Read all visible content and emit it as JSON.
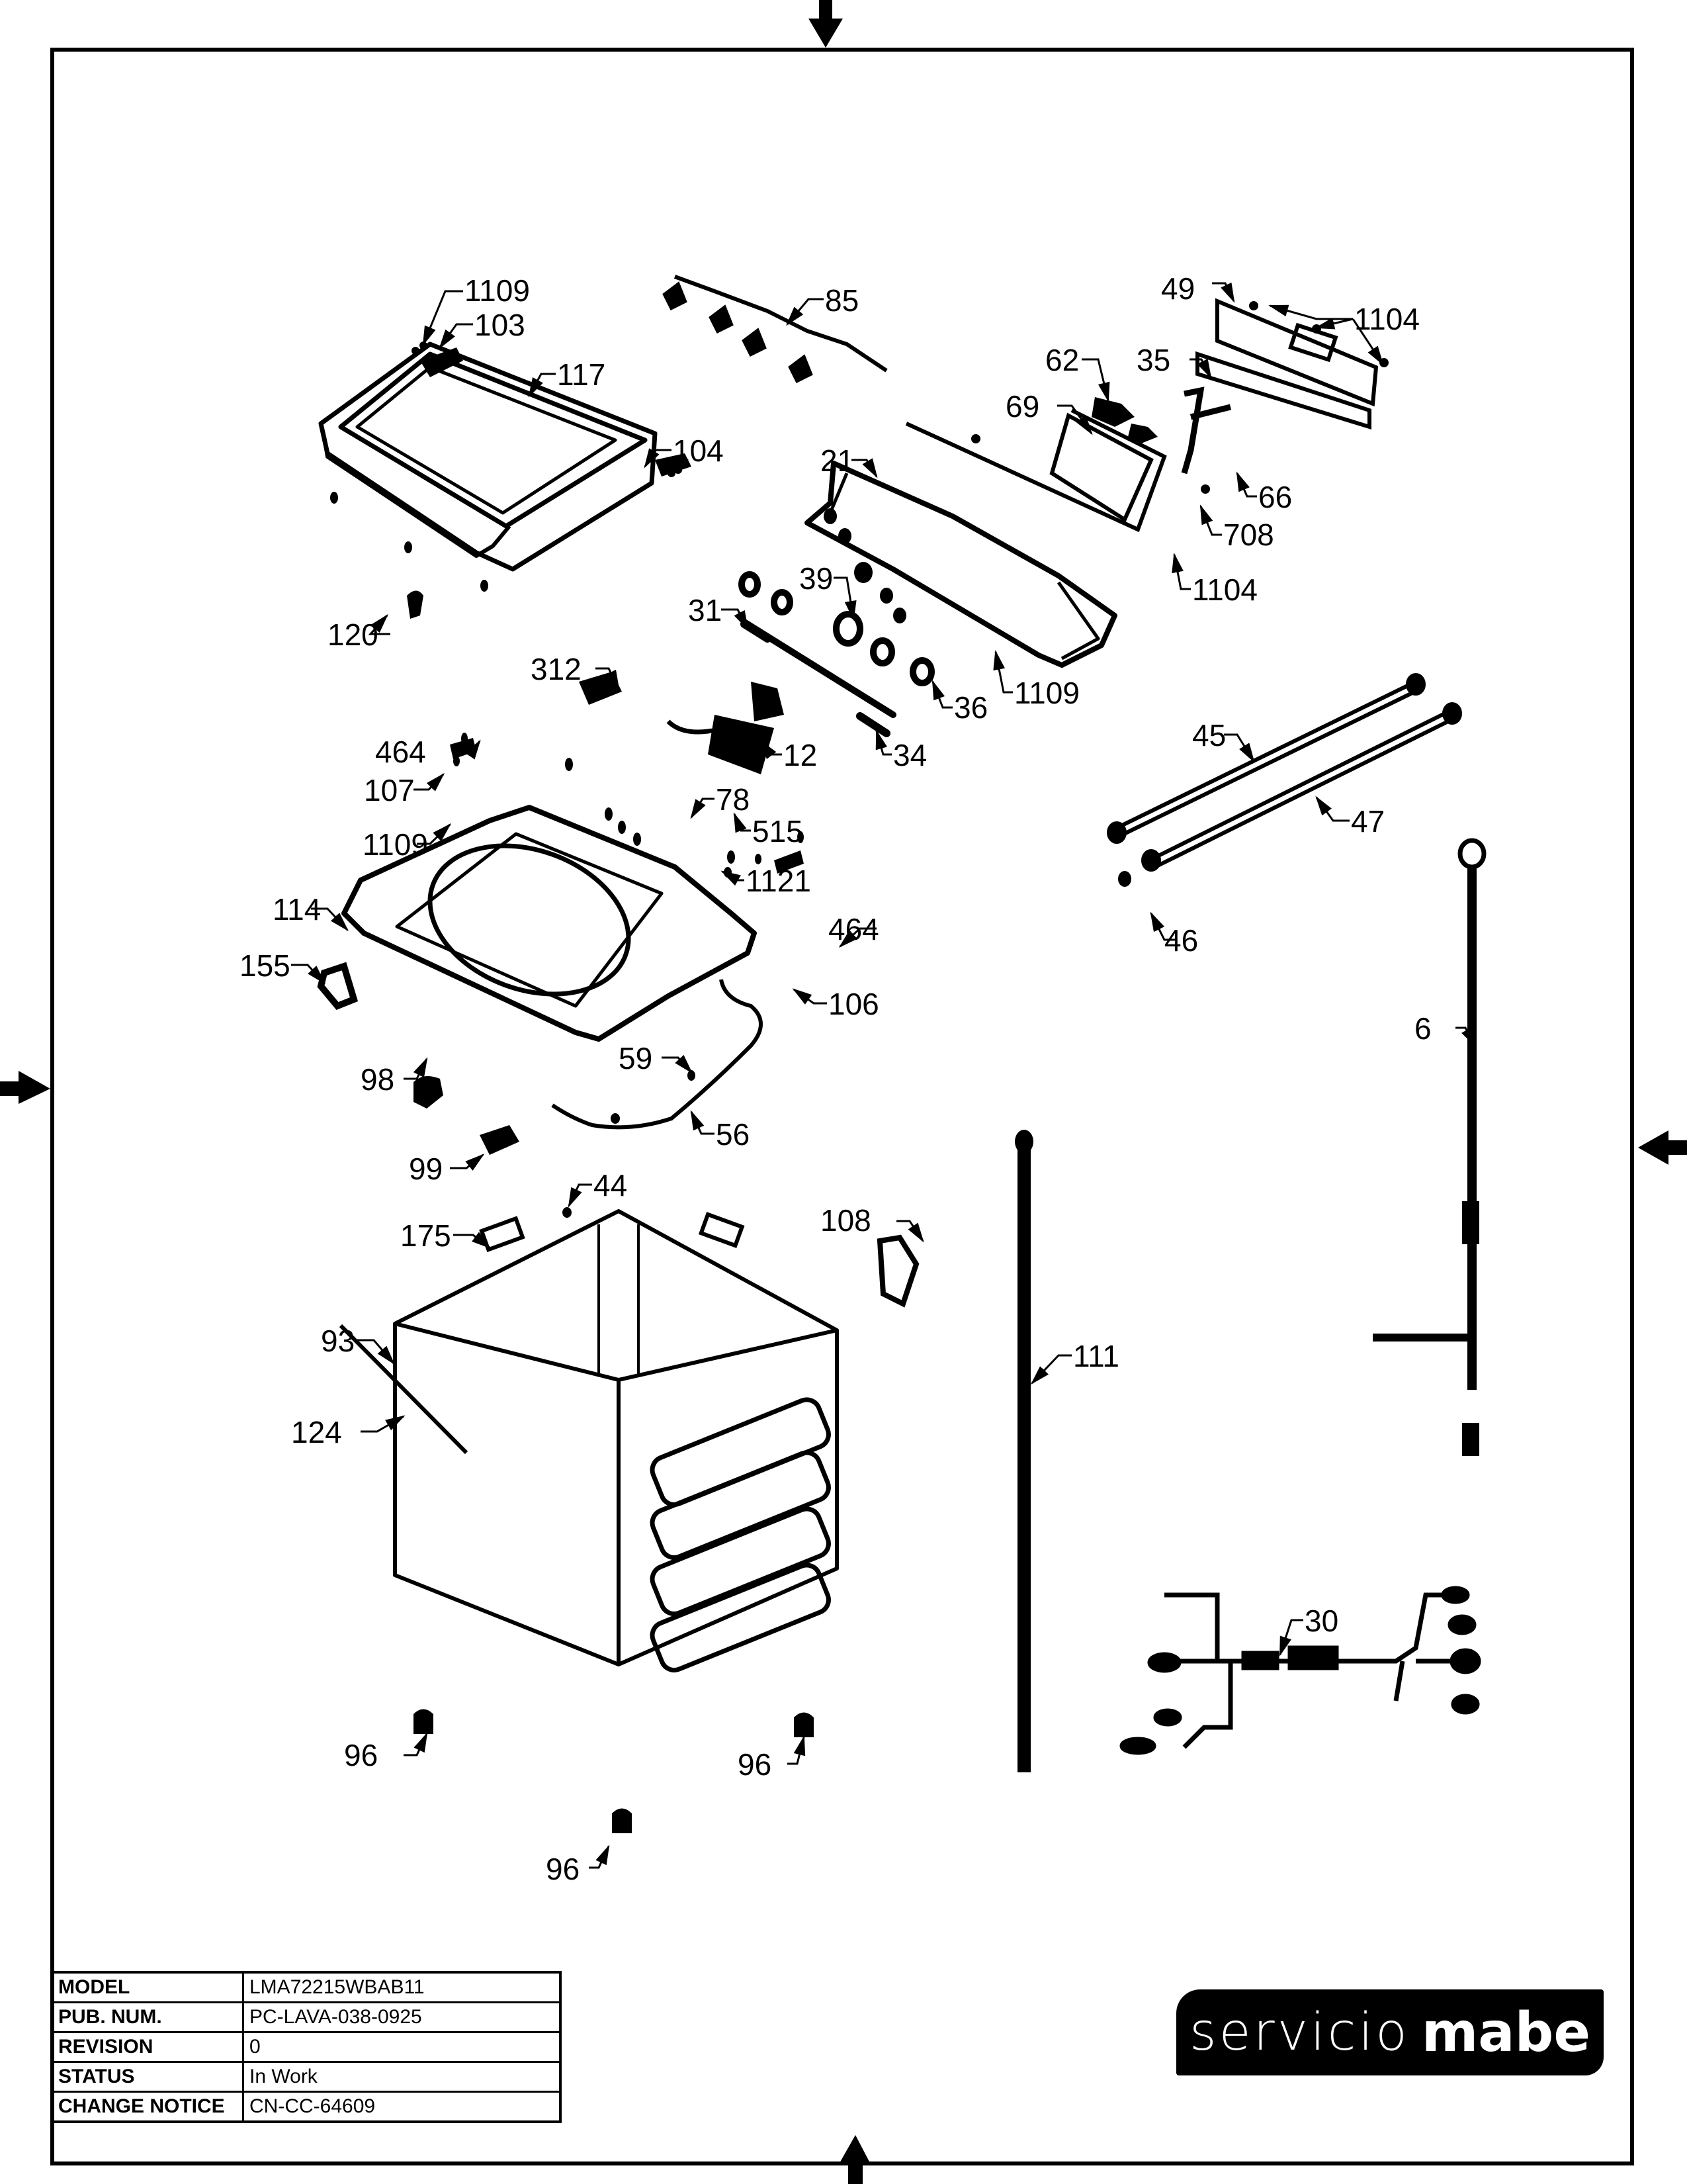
{
  "title_block": {
    "rows": [
      {
        "key": "MODEL",
        "value": "LMA72215WBAB11"
      },
      {
        "key": "PUB. NUM.",
        "value": "PC-LAVA-038-0925"
      },
      {
        "key": "REVISION",
        "value": "0"
      },
      {
        "key": "STATUS",
        "value": "In Work"
      },
      {
        "key": "CHANGE NOTICE",
        "value": "CN-CC-64609"
      }
    ]
  },
  "logo": {
    "word1": "servicio",
    "word2": "mabe"
  },
  "callouts": {
    "c1109_lid": "1109",
    "c103": "103",
    "c117": "117",
    "c104": "104",
    "c120": "120",
    "c85": "85",
    "c49": "49",
    "c1104_top": "1104",
    "c62": "62",
    "c35": "35",
    "c69": "69",
    "c21": "21",
    "c66": "66",
    "c708": "708",
    "c1104_mid": "1104",
    "c39": "39",
    "c31": "31",
    "c36": "36",
    "c1109_ctrl": "1109",
    "c312": "312",
    "c12": "12",
    "c34": "34",
    "c464_a": "464",
    "c107": "107",
    "c78": "78",
    "c1109_top": "1109",
    "c515": "515",
    "c1121": "1121",
    "c114": "114",
    "c464_b": "464",
    "c155": "155",
    "c106": "106",
    "c98": "98",
    "c59": "59",
    "c56": "56",
    "c99": "99",
    "c44": "44",
    "c175": "175",
    "c108": "108",
    "c93": "93",
    "c111": "111",
    "c124": "124",
    "c96_a": "96",
    "c96_b": "96",
    "c96_c": "96",
    "c45": "45",
    "c47": "47",
    "c46": "46",
    "c6": "6",
    "c30": "30"
  }
}
